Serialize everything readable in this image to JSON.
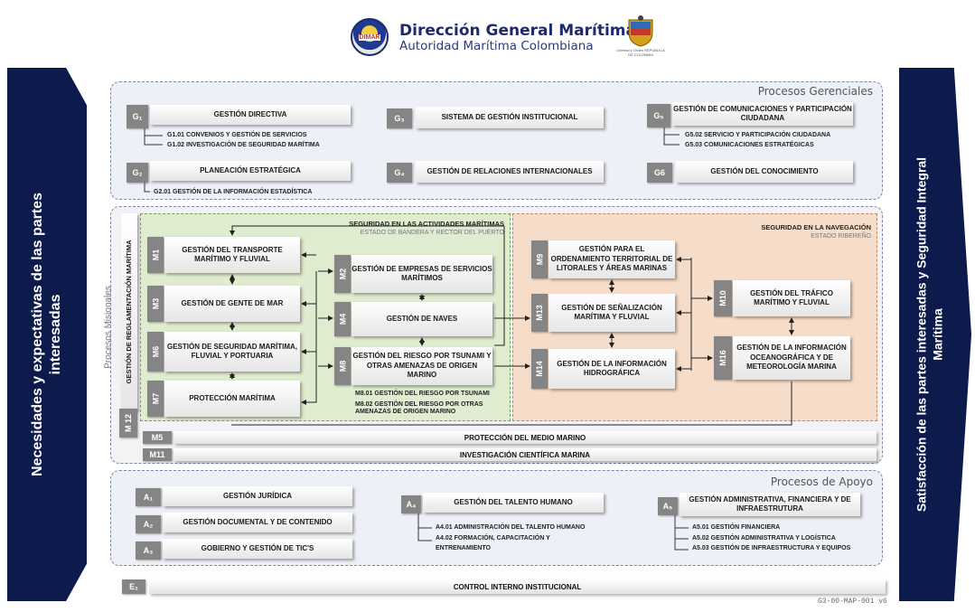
{
  "header": {
    "title": "Dirección General Marítima",
    "subtitle": "Autoridad Marítima Colombiana",
    "logo_left": "DIMAR",
    "shield_caption": "Libertad y Orden REPÚBLICA DE COLOMBIA"
  },
  "left_arrow": "Necesidades y expectativas de las partes interesadas",
  "right_arrow": "Satisfacción de las partes interesadas y Seguridad Integral Marítima",
  "gerenciales": {
    "title": "Procesos Gerenciales",
    "g1": {
      "code": "G₁",
      "label": "GESTIÓN DIRECTIVA",
      "subs": [
        "G1.01 CONVENIOS Y GESTIÓN DE SERVICIOS",
        "G1.02 INVESTIGACIÓN DE SEGURIDAD MARÍTIMA"
      ]
    },
    "g2": {
      "code": "G₂",
      "label": "PLANEACIÓN ESTRATÉGICA",
      "subs": [
        "G2.01 GESTIÓN DE LA INFORMACIÓN ESTADÍSTICA"
      ]
    },
    "g3": {
      "code": "G₃",
      "label": "SISTEMA DE GESTIÓN INSTITUCIONAL"
    },
    "g4": {
      "code": "G₄",
      "label": "GESTIÓN DE RELACIONES INTERNACIONALES"
    },
    "g5": {
      "code": "G₅",
      "label": "GESTIÓN DE COMUNICACIONES Y PARTICIPACIÓN CIUDADANA",
      "subs": [
        "G5.02 SERVICIO Y PARTICIPACIÓN CIUDADANA",
        "G5.03 COMUNICACIONES ESTRATÉGICAS"
      ]
    },
    "g6": {
      "code": "G6",
      "label": "GESTIÓN DEL CONOCIMIENTO"
    }
  },
  "misionales": {
    "title": "Procesos Misionales",
    "reglamentacion": "GESTIÓN DE REGLAMENTACIÓN MARÍTIMA",
    "m12": "M 12",
    "zone_green": {
      "title": "SEGURIDAD EN LAS ACTIVIDADES MARÍTIMAS",
      "subtitle": "ESTADO DE BANDERA Y RECTOR DEL PUERTO"
    },
    "zone_orange": {
      "title": "SEGURIDAD EN LA NAVEGACIÓN",
      "subtitle": "ESTADO RIBEREÑO"
    },
    "m1": {
      "code": "M1",
      "label": "GESTIÓN DEL TRANSPORTE MARÍTIMO Y FLUVIAL"
    },
    "m3": {
      "code": "M3",
      "label": "GESTIÓN DE GENTE DE MAR"
    },
    "m6": {
      "code": "M6",
      "label": "GESTIÓN DE SEGURIDAD MARÍTIMA, FLUVIAL Y PORTUARIA"
    },
    "m7": {
      "code": "M7",
      "label": "PROTECCIÓN MARÍTIMA"
    },
    "m2": {
      "code": "M2",
      "label": "GESTIÓN DE EMPRESAS DE SERVICIOS MARÍTIMOS"
    },
    "m4": {
      "code": "M4",
      "label": "GESTIÓN DE NAVES"
    },
    "m8": {
      "code": "M8",
      "label": "GESTIÓN DEL RIESGO POR TSUNAMI Y OTRAS AMENAZAS DE ORIGEN MARINO",
      "subs": [
        "M8.01 GESTIÓN DEL RIESGO POR TSUNAMI",
        "M8.02 GESTIÓN DEL RIESGO POR OTRAS AMENAZAS DE ORIGEN MARINO"
      ]
    },
    "m9": {
      "code": "M9",
      "label": "GESTIÓN PARA EL ORDENAMIENTO TERRITORIAL DE LITORALES Y ÁREAS MARINAS"
    },
    "m13": {
      "code": "M13",
      "label": "GESTIÓN DE SEÑALIZACIÓN MARÍTIMA Y FLUVIAL"
    },
    "m14": {
      "code": "M14",
      "label": "GESTIÓN DE LA INFORMACIÓN HIDROGRÁFICA"
    },
    "m10": {
      "code": "M10",
      "label": "GESTIÓN DEL TRÁFICO MARÍTIMO Y FLUVIAL"
    },
    "m16": {
      "code": "M16",
      "label": "GESTIÓN DE LA INFORMACIÓN OCEANOGRÁFICA Y DE METEOROLOGÍA MARINA"
    },
    "m5": {
      "code": "M5",
      "label": "PROTECCIÓN DEL MEDIO MARINO"
    },
    "m11": {
      "code": "M11",
      "label": "INVESTIGACIÓN CIENTÍFICA MARINA"
    }
  },
  "apoyo": {
    "title": "Procesos de Apoyo",
    "a1": {
      "code": "A₁",
      "label": "GESTIÓN JURÍDICA"
    },
    "a2": {
      "code": "A₂",
      "label": "GESTIÓN DOCUMENTAL Y DE CONTENIDO"
    },
    "a3": {
      "code": "A₃",
      "label": "GOBIERNO Y GESTIÓN DE TIC'S"
    },
    "a4": {
      "code": "A₄",
      "label": "GESTIÓN DEL TALENTO HUMANO",
      "subs": [
        "A4.01 ADMINISTRACIÓN DEL TALENTO HUMANO",
        "A4.02 FORMACIÓN, CAPACITACIÓN Y",
        "ENTRENAMIENTO"
      ]
    },
    "a5": {
      "code": "A₅",
      "label": "GESTIÓN ADMINISTRATIVA, FINANCIERA Y DE INFRAESTRUTURA",
      "subs": [
        "A5.01 GESTIÓN FINANCIERA",
        "A5.02 GESTIÓN ADMINISTRATIVA Y LOGÍSTICA",
        "A5.03 GESTIÓN DE INFRAESTRUCTURA Y EQUIPOS"
      ]
    }
  },
  "e1": {
    "code": "E₁",
    "label": "CONTROL INTERNO INSTITUCIONAL"
  },
  "doc_code": "G3-00-MAP-001 v6"
}
